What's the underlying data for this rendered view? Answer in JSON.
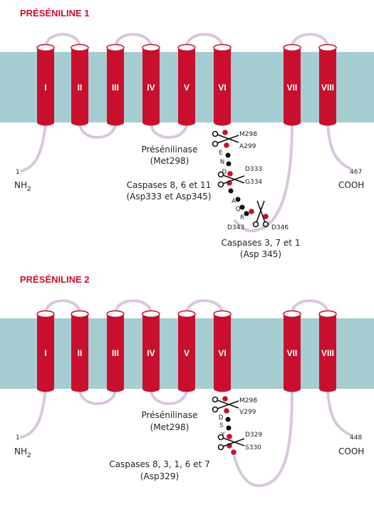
{
  "diagram": {
    "colors": {
      "membrane": "#a6cdd2",
      "helix": "#c8102e",
      "loop": "#d9c7dc",
      "accent_red": "#c8102e",
      "residue_dark": "#111111"
    },
    "panels": [
      {
        "title": "PRÉSÉNILINE 1",
        "helices": [
          "I",
          "II",
          "III",
          "IV",
          "V",
          "VI",
          "VII",
          "VIII"
        ],
        "n_term": {
          "num": "1",
          "label": "NH",
          "sub": "2"
        },
        "c_term": {
          "num": "467",
          "label": "COOH"
        },
        "presenilinase": {
          "name": "Présénilinase",
          "site": "(Met298)"
        },
        "site1": {
          "left": "M298",
          "right": "A299"
        },
        "residues_a": [
          "E",
          "N",
          "D"
        ],
        "site2": {
          "left": "D333",
          "right": "G334"
        },
        "caspases_a": {
          "line1": "Caspases 8, 6 et 11",
          "line2": "(Asp333 et Asp345)"
        },
        "residues_b": [
          "A",
          "Q",
          "R"
        ],
        "site3": {
          "left": "D343",
          "right": "D346"
        },
        "caspases_b": {
          "line1": "Caspases 3, 7 et 1",
          "line2": "(Asp 345)"
        }
      },
      {
        "title": "PRÉSÉNILINE 2",
        "helices": [
          "I",
          "II",
          "III",
          "IV",
          "V",
          "VI",
          "VII",
          "VIII"
        ],
        "n_term": {
          "num": "1",
          "label": "NH",
          "sub": "2"
        },
        "c_term": {
          "num": "448",
          "label": "COOH"
        },
        "presenilinase": {
          "name": "Présénilinase",
          "site": "(Met298)"
        },
        "site1": {
          "left": "M298",
          "right": "V299"
        },
        "residues_a": [
          "D",
          "S",
          "Y"
        ],
        "site2": {
          "left": "D329",
          "right": "S330"
        },
        "caspases_a": {
          "line1": "Caspases 8, 3, 1, 6 et 7",
          "line2": "(Asp329)"
        }
      }
    ]
  }
}
